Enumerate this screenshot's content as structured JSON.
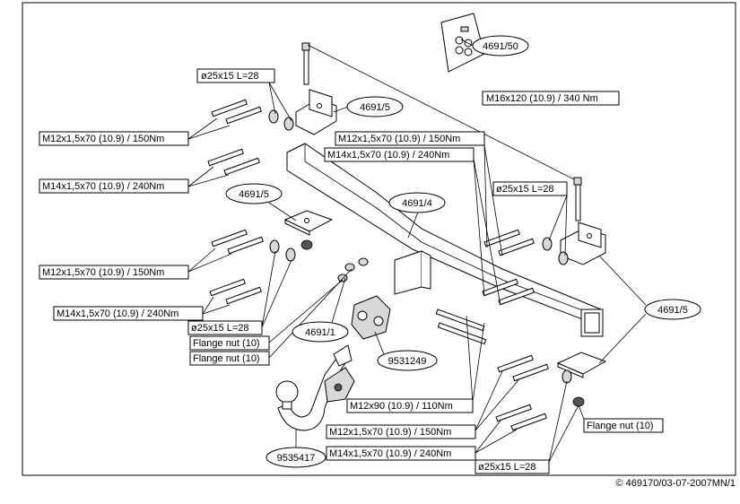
{
  "labels": {
    "kit_50": "4691/50",
    "kit_5_top": "4691/5",
    "kit_5_left": "4691/5",
    "kit_5_right": "4691/5",
    "kit_4": "4691/4",
    "kit_1": "4691/1",
    "part_9531249": "9531249",
    "part_9535417": "9535417",
    "bolt_m16": "M16x120 (10.9) / 340 Nm",
    "sp_top_left": "ø25x15 L=28",
    "sp_mid_left": "ø25x15 L=28",
    "sp_top_right": "ø25x15 L=28",
    "sp_bottom_right": "ø25x15 L=28",
    "m12_150_a": "M12x1,5x70 (10.9) / 150Nm",
    "m14_240_a": "M14x1,5x70 (10.9) / 240Nm",
    "m12_150_b": "M12x1,5x70 (10.9) / 150Nm",
    "m14_240_b": "M14x1,5x70 (10.9) / 240Nm",
    "m12_150_c": "M12x1,5x70 (10.9) / 150Nm",
    "m14_240_c": "M14x1,5x70 (10.9) / 240Nm",
    "m12_150_d": "M12x1,5x70 (10.9) / 150Nm",
    "m14_240_d": "M14x1,5x70 (10.9) / 240Nm",
    "m12x90": "M12x90 (10.9) / 110Nm",
    "flange_nut_1": "Flange nut (10)",
    "flange_nut_2": "Flange nut (10)",
    "flange_nut_3": "Flange nut (10)"
  },
  "footer": "© 469170/03-07-2007MN/1"
}
